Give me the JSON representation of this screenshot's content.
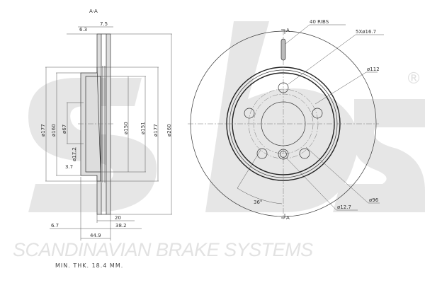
{
  "brand": {
    "tagline": "SCANDINAVIAN BRAKE SYSTEMS",
    "registered_mark": "®",
    "logo_text": "sbs"
  },
  "section_view": {
    "title": "A-A",
    "dims": {
      "d63": "6.3",
      "d75": "7.5",
      "dia177_left": "ø177",
      "dia160": "ø160",
      "dia67": "ø67",
      "dia172": "ø17.2",
      "d37": "3.7",
      "dia150": "ø150",
      "dia151": "ø151",
      "dia177_right": "ø177",
      "dia260": "ø260",
      "d20": "20",
      "d67": "6.7",
      "d382": "38.2",
      "d449": "44.9"
    }
  },
  "front_view": {
    "labels": {
      "ribs": "40 RIBS",
      "holes": "5Xø16.7",
      "pcd": "ø112",
      "dia96": "ø96",
      "dia127": "ø12.7",
      "angle": "36°",
      "sec_a_top": "A",
      "sec_a_bottom": "A"
    }
  },
  "note": "MIN. THK. 18.4 MM."
}
